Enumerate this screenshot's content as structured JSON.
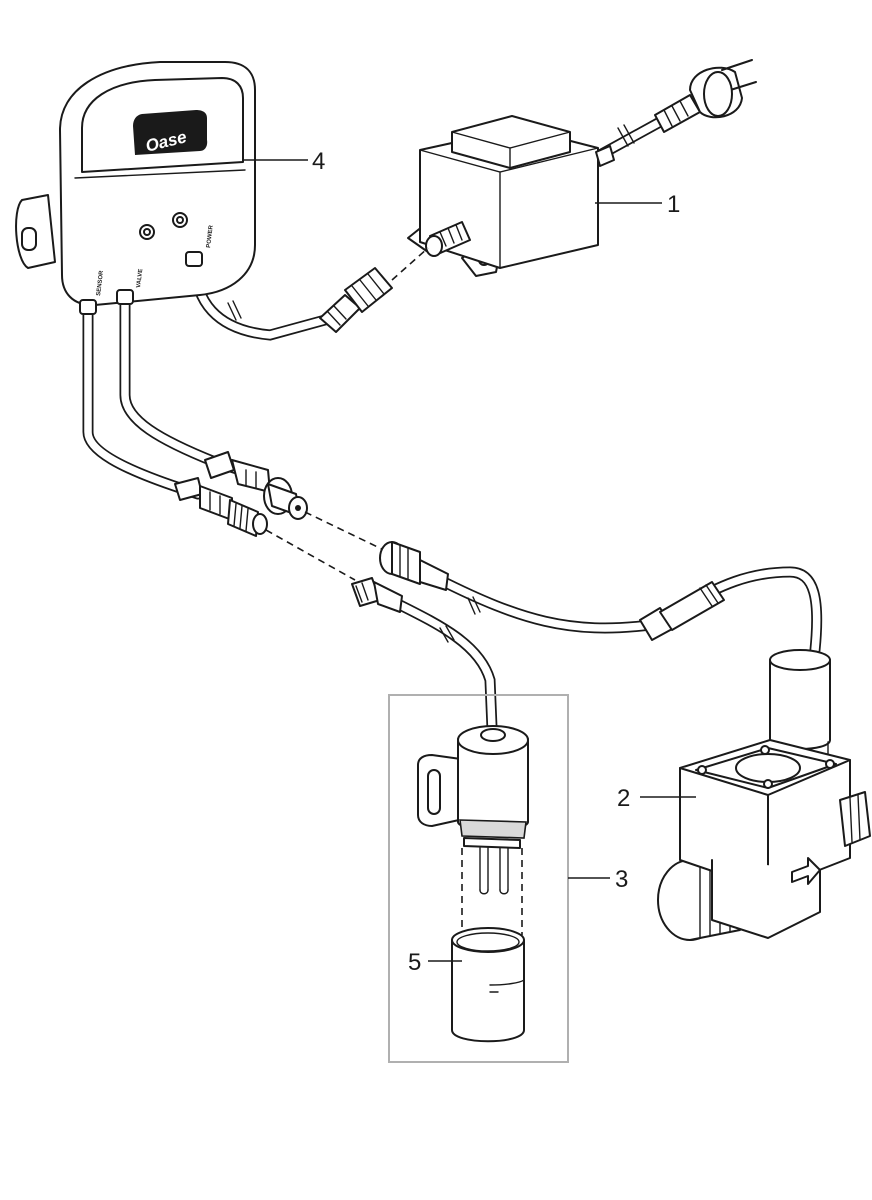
{
  "callouts": [
    {
      "id": "1",
      "label": "1"
    },
    {
      "id": "2",
      "label": "2"
    },
    {
      "id": "3",
      "label": "3"
    },
    {
      "id": "4",
      "label": "4"
    },
    {
      "id": "5",
      "label": "5"
    }
  ],
  "controller": {
    "brand": "Oase",
    "port_labels": [
      "SENSOR",
      "VALVE",
      "POWER"
    ]
  }
}
